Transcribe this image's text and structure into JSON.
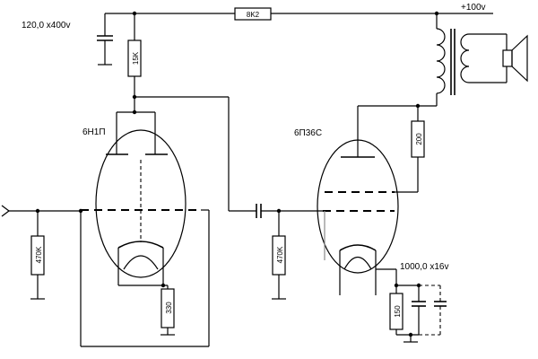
{
  "labels": {
    "c_supply": "120,0 x400v",
    "r_supply": "8K2",
    "supply_voltage": "+100v",
    "r_anode": "15K",
    "tube_driver": "6Н1П",
    "tube_output": "6П36С",
    "r_screen": "200",
    "r_grid_in": "470K",
    "r_grid_out": "470K",
    "r_cathode_driver": "330",
    "r_cathode_output": "150",
    "c_cathode": "1000,0 x16v"
  },
  "icons": {
    "speaker": "speaker-icon",
    "transformer": "output-transformer-icon",
    "ground": "ground-icon",
    "input": "input-jack-icon"
  }
}
